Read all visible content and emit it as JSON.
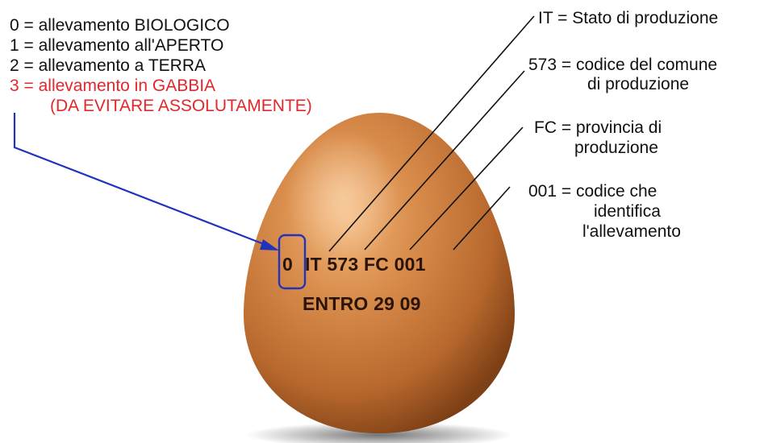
{
  "legend": {
    "items": [
      {
        "text": "0 = allevamento BIOLOGICO",
        "color": "#111111"
      },
      {
        "text": "1 = allevamento all'APERTO",
        "color": "#111111"
      },
      {
        "text": "2 = allevamento a TERRA",
        "color": "#111111"
      },
      {
        "text": "3 = allevamento in GABBIA",
        "color": "#e3272b"
      }
    ],
    "warning": "(DA EVITARE ASSOLUTAMENTE)"
  },
  "egg_code": {
    "method_digit": "0",
    "code_rest": "IT 573 FC 001",
    "expiry": "ENTRO 29 09"
  },
  "annotations": [
    {
      "text": "IT = Stato di produzione"
    },
    {
      "text": "573 = codice del comune",
      "cont": "di produzione"
    },
    {
      "text": "FC = provincia di",
      "cont": "produzione"
    },
    {
      "text": "001 = codice che",
      "cont": "identifica",
      "cont2": "l'allevamento"
    }
  ],
  "colors": {
    "highlight": "#2233bb",
    "warning": "#e3272b",
    "egg_shell": "#c8793e",
    "stamp_ink": "#2a1408"
  }
}
